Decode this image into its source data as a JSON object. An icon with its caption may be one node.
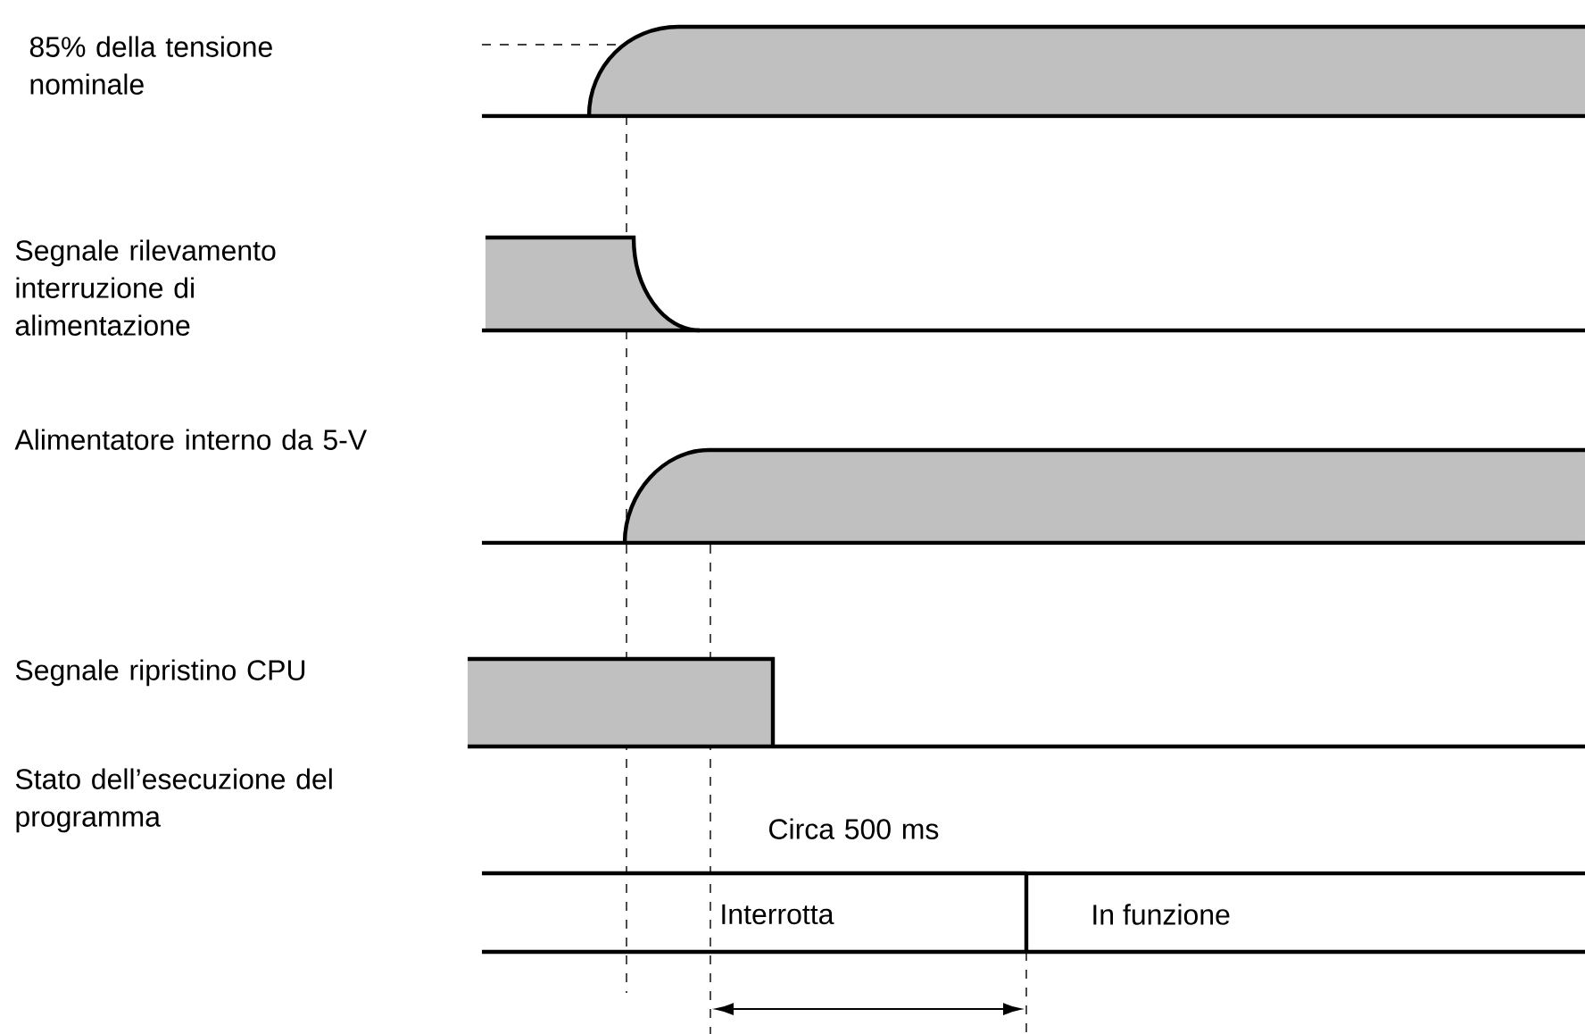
{
  "diagram": {
    "nodes": [
      {
        "text": [
          "Interrotta"
        ]
      },
      {
        "text": [
          "In funzione"
        ]
      }
    ],
    "labels": [
      "85% della tensione nominale",
      "Segnale rilevamento interruzione di alimentazione",
      "Alimentatore interno da 5-V",
      "Segnale ripristino CPU",
      "Stato dell’esecuzione del programma",
      "Circa 500 ms"
    ]
  }
}
